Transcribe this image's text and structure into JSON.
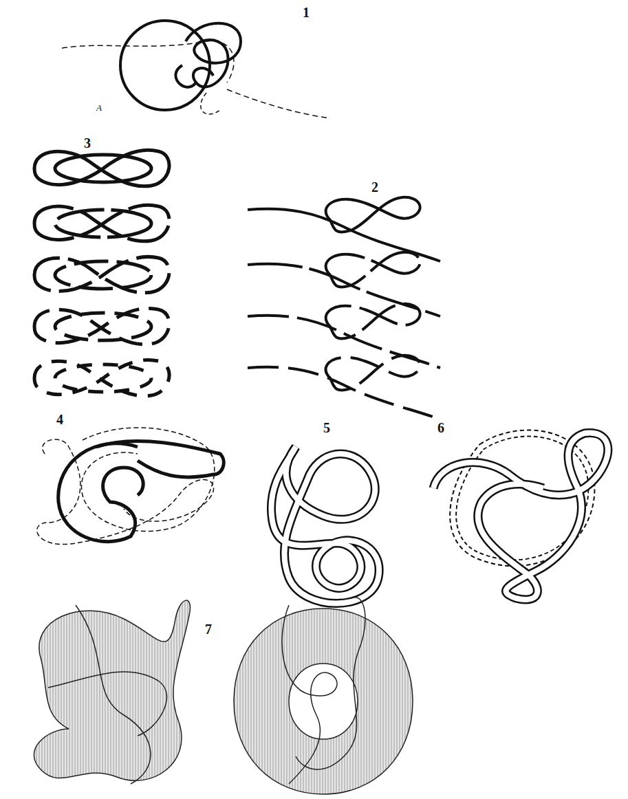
{
  "diagram": {
    "labels": [
      "1",
      "A",
      "3",
      "2",
      "4",
      "5",
      "6",
      "7"
    ]
  }
}
